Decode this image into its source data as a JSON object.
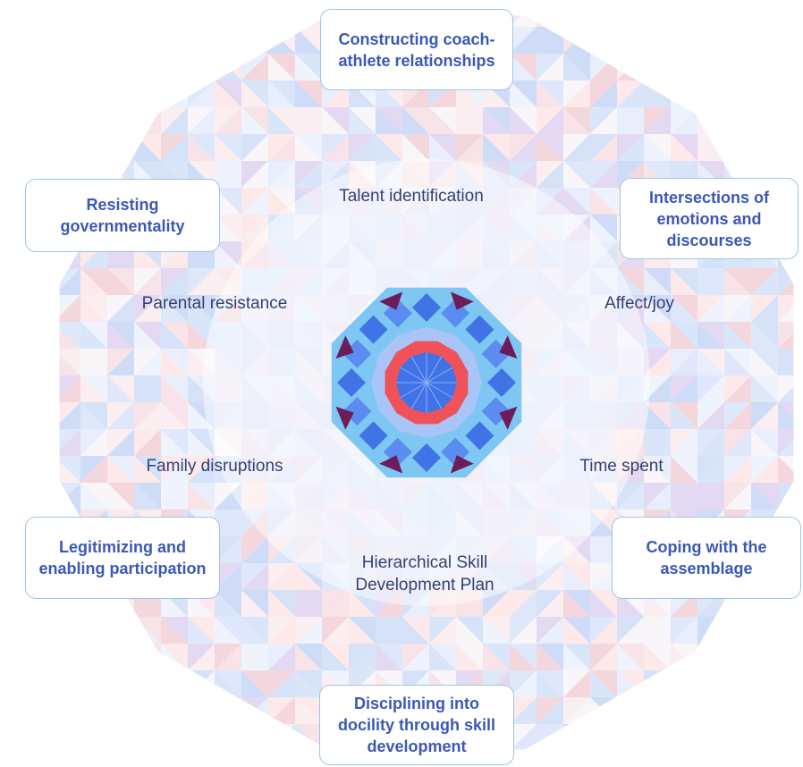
{
  "themes": {
    "top": "Constructing coach-\nathlete relationships",
    "upper_left": "Resisting\ngovernmentality",
    "upper_right": "Intersections of\nemotions and\ndiscourses",
    "lower_left": "Legitimizing and\nenabling participation",
    "lower_right": "Coping with the\nassemblage",
    "bottom": "Disciplining into\ndocility through skill\ndevelopment"
  },
  "subthemes": {
    "talent": "Talent identification",
    "parental": "Parental resistance",
    "affect": "Affect/joy",
    "family": "Family disruptions",
    "time": "Time spent",
    "plan": "Hierarchical Skill\nDevelopment Plan"
  },
  "colors": {
    "box_border": "#9fc4e3",
    "box_text": "#3a58b8",
    "inner_text": "#37406f",
    "center_red": "#f0525a",
    "center_blue": "#3f73e6",
    "center_dark": "#6e1b5a",
    "center_cyan": "#7ec7f2"
  }
}
